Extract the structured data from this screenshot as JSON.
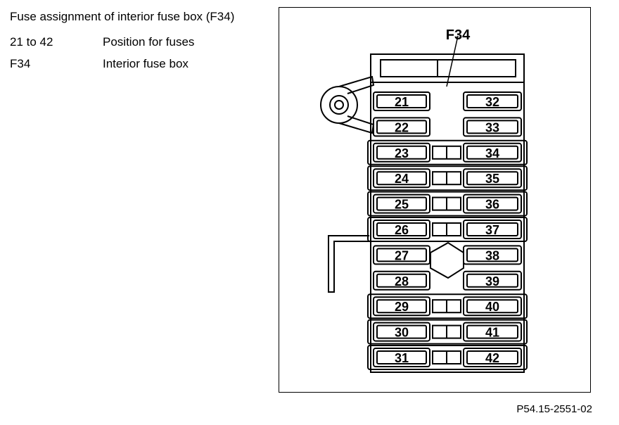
{
  "title": "Fuse assignment of interior fuse box (F34)",
  "legend": [
    {
      "key": "21 to 42",
      "desc": "Position for fuses"
    },
    {
      "key": "F34",
      "desc": "Interior fuse box"
    }
  ],
  "diagram": {
    "box_label": "F34",
    "left_fuses": [
      "21",
      "22",
      "23",
      "24",
      "25",
      "26",
      "27",
      "28",
      "29",
      "30",
      "31"
    ],
    "right_fuses": [
      "32",
      "33",
      "34",
      "35",
      "36",
      "37",
      "38",
      "39",
      "40",
      "41",
      "42"
    ]
  },
  "figure_id": "P54.15-2551-02"
}
